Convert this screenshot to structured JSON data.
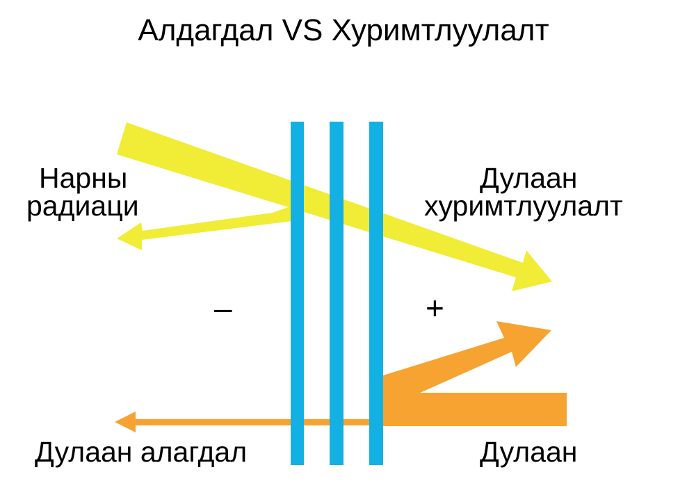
{
  "title": "Алдагдал VS Хуримтлуулалт",
  "labels": {
    "solar_radiation_line1": "Нарны",
    "solar_radiation_line2": "радиаци",
    "heat_gain_line1": "Дулаан",
    "heat_gain_line2": "хуримтлуулалт",
    "minus": "–",
    "plus": "+",
    "heat_loss": "Дулаан алагдал",
    "heat": "Дулаан"
  },
  "colors": {
    "glass": "#13b1e3",
    "solar": "#f1ec36",
    "heat": "#f6a331"
  }
}
